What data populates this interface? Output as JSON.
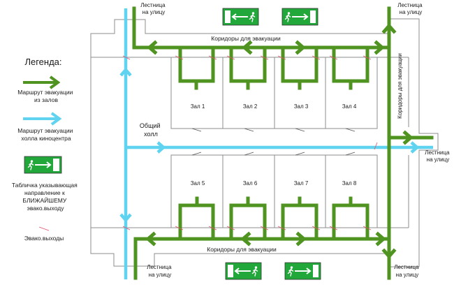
{
  "legend": {
    "title": "Легенда:",
    "items": [
      {
        "icon": "green-arrow-icon",
        "label_lines": [
          "Маршрут эвакуации",
          "из залов"
        ],
        "color": "#4f9320"
      },
      {
        "icon": "blue-arrow-icon",
        "label_lines": [
          "Маршрут эвакуации",
          "холла киноцентра"
        ],
        "color": "#5fd3f0"
      },
      {
        "icon": "exit-sign-icon",
        "label_lines": [
          "Табличка указывающая",
          "направление к",
          "БЛИЖАЙШЕМУ",
          "эвако.выходу"
        ],
        "color": "#22a83a"
      },
      {
        "icon": "emergency-exit-mark-icon",
        "label_lines": [
          "Эвако.выходы"
        ],
        "color": "#e0506a"
      }
    ]
  },
  "plan": {
    "halls_top": [
      "Зал 1",
      "Зал 2",
      "Зал 3",
      "Зал 4"
    ],
    "halls_bottom": [
      "Зал 5",
      "Зал 6",
      "Зал 7",
      "Зал 8"
    ],
    "common_hall": [
      "Общий",
      "холл"
    ],
    "corridor_top": "Коридоры для эвакуации",
    "corridor_bottom": "Коридоры для эвакуации",
    "corridor_right": "Коридоры для эвакуации",
    "stairs": {
      "top_left": [
        "Лестница",
        "на улицу"
      ],
      "top_right": [
        "Лестница",
        "на улицу"
      ],
      "right": [
        "Лестница",
        "на улицу"
      ],
      "bottom_left": [
        "Лестница",
        "на улицу"
      ],
      "bottom_right": [
        "Лестница",
        "на улицу"
      ]
    },
    "signs": {
      "top": [
        "left",
        "right"
      ],
      "bottom": [
        "left",
        "right"
      ]
    },
    "colors": {
      "hall_route": "#4f9320",
      "hall_route_lobby": "#5fd3f0",
      "sign_green": "#22a83a",
      "exit_mark": "#e0506a",
      "wall": "#8c8c8c"
    }
  }
}
